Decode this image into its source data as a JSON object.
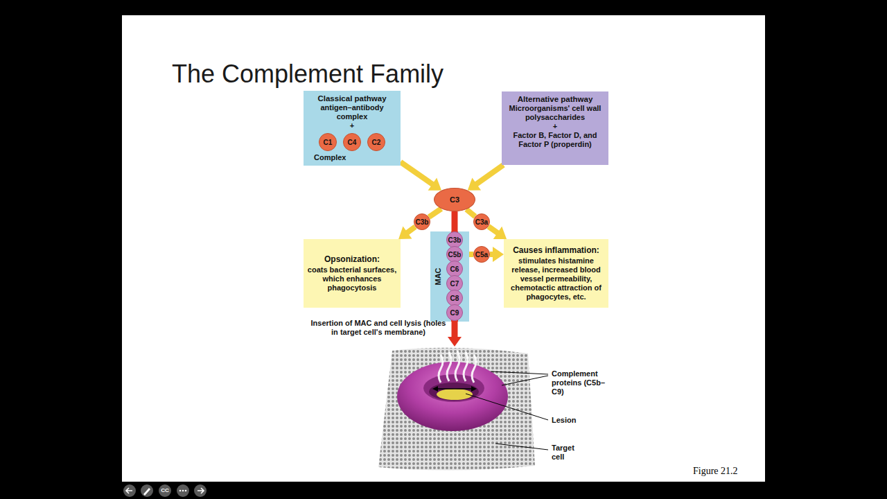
{
  "diagram": {
    "title": "The Complement Family",
    "nodes": [
      {
        "text": [
          "Classical pathway",
          "antigen–antibody complex",
          "+",
          "Complex"
        ]
      },
      {
        "text": [
          "C1"
        ],
        "in": 0
      },
      {
        "text": [
          "C4"
        ],
        "in": 0
      },
      {
        "text": [
          "C2"
        ],
        "in": 0
      },
      {
        "text": [
          "Alternative pathway",
          "Microorganisms' cell wall polysaccharides",
          "+",
          "Factor B, Factor D, and Factor P (properdin)"
        ]
      },
      {
        "text": [
          "C3"
        ]
      },
      {
        "text": [
          "C3b"
        ]
      },
      {
        "text": [
          "C3a"
        ]
      },
      {
        "text": [
          "Opsonization:",
          "coats bacterial surfaces, which enhances phagocytosis"
        ]
      },
      {
        "text": [
          "MAC"
        ]
      },
      {
        "text": [
          "C3b"
        ],
        "in": 9
      },
      {
        "text": [
          "C5b"
        ],
        "in": 9
      },
      {
        "text": [
          "C6"
        ],
        "in": 9
      },
      {
        "text": [
          "C7"
        ],
        "in": 9
      },
      {
        "text": [
          "C8"
        ],
        "in": 9
      },
      {
        "text": [
          "C9"
        ],
        "in": 9
      },
      {
        "text": [
          "C5a"
        ]
      },
      {
        "text": [
          "Causes inflammation:",
          "stimulates histamine release, increased blood vessel permeability, chemotactic attraction of phagocytes, etc."
        ]
      }
    ],
    "edges": [
      {
        "from": 0,
        "to": 5,
        "arrow": "to"
      },
      {
        "from": 4,
        "to": 5,
        "arrow": "to"
      },
      {
        "from": 5,
        "to": 6,
        "arrow": "none"
      },
      {
        "from": 6,
        "to": 8,
        "arrow": "to"
      },
      {
        "from": 5,
        "to": 7,
        "arrow": "none"
      },
      {
        "from": 7,
        "to": 17,
        "arrow": "to"
      },
      {
        "from": 5,
        "to": 9,
        "arrow": "none"
      },
      {
        "from": 11,
        "to": 16,
        "arrow": "none"
      },
      {
        "from": 16,
        "to": 17,
        "arrow": "to"
      }
    ],
    "labels": [
      "Insertion of MAC and cell lysis (holes in target cell's membrane)",
      "Complement proteins (C5b–C9)",
      "Lesion",
      "Target cell",
      "Figure 21.2",
      "CC"
    ]
  }
}
